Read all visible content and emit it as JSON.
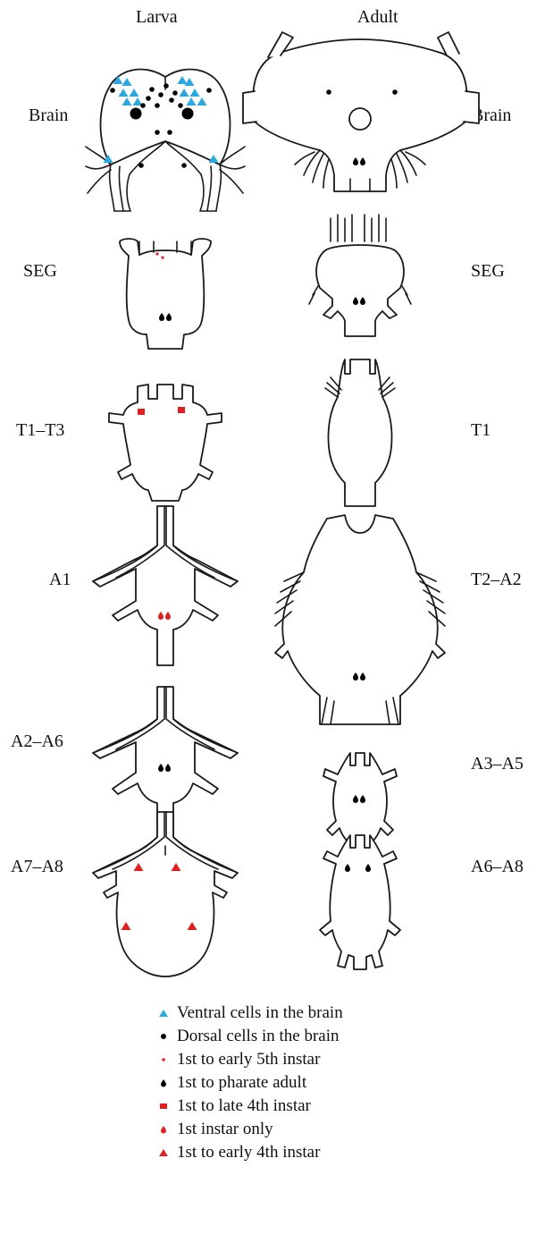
{
  "figure": {
    "columns": {
      "larva": "Larva",
      "adult": "Adult"
    },
    "larva_labels": [
      "Brain",
      "SEG",
      "T1–T3",
      "A1",
      "A2–A6",
      "A7–A8"
    ],
    "adult_labels": [
      "Brain",
      "SEG",
      "T1",
      "T2–A2",
      "A3–A5",
      "A6–A8"
    ],
    "colors": {
      "ventral": "#2ba8e0",
      "dorsal": "#000000",
      "red": "#e02020",
      "outline": "#1a1a1a"
    },
    "legend": [
      {
        "symbol": "blue-triangle-icon",
        "label": "Ventral cells in the brain"
      },
      {
        "symbol": "black-dot-icon",
        "label": "Dorsal cells in the brain"
      },
      {
        "symbol": "small-red-dot-icon",
        "label": "1st to early 5th instar"
      },
      {
        "symbol": "black-teardrop-icon",
        "label": "1st to pharate adult"
      },
      {
        "symbol": "red-square-icon",
        "label": "1st to late 4th instar"
      },
      {
        "symbol": "red-teardrop-icon",
        "label": "1st instar only"
      },
      {
        "symbol": "red-triangle-icon",
        "label": "1st to early 4th instar"
      }
    ]
  }
}
